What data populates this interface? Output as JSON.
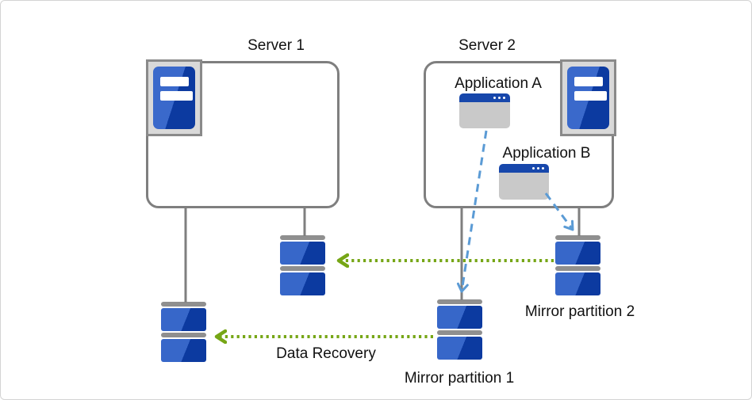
{
  "diagram": {
    "type": "server-mirroring-architecture",
    "labels": {
      "server1": "Server 1",
      "server2": "Server 2",
      "application_a": "Application A",
      "application_b": "Application B",
      "mirror_partition_1": "Mirror partition 1",
      "mirror_partition_2": "Mirror partition 2",
      "data_recovery": "Data Recovery"
    },
    "icons": [
      {
        "name": "server-tower-icon",
        "instances": 2
      },
      {
        "name": "app-window-icon",
        "instances": 2
      },
      {
        "name": "disk-partition-icon",
        "instances": 4
      }
    ],
    "arrows": [
      {
        "name": "mirror-sync-arrow-top",
        "style": "green-dotted",
        "direction": "left",
        "from": "mirror-partition-2-disk",
        "to": "server1-middle-disk"
      },
      {
        "name": "data-recovery-arrow",
        "style": "green-dotted",
        "direction": "left",
        "from": "mirror-partition-1-disk",
        "to": "server1-left-disk",
        "label": "Data Recovery"
      },
      {
        "name": "app-a-write-arrow",
        "style": "blue-dashed",
        "from": "application-a",
        "to": "mirror-partition-1-disk"
      },
      {
        "name": "app-b-write-arrow",
        "style": "blue-dashed",
        "from": "application-b",
        "to": "mirror-partition-2-disk"
      }
    ],
    "colors": {
      "disk_blue_light": "#3767c9",
      "disk_blue_dark": "#0c3aa0",
      "titlebar_blue": "#1747ab",
      "box_border_gray": "#7f7f7f",
      "icon_bg_gray": "#d9d9d9",
      "app_body_gray": "#c9c9c9",
      "green_arrow": "#76a616",
      "blue_arrow": "#5b9bd5"
    }
  }
}
